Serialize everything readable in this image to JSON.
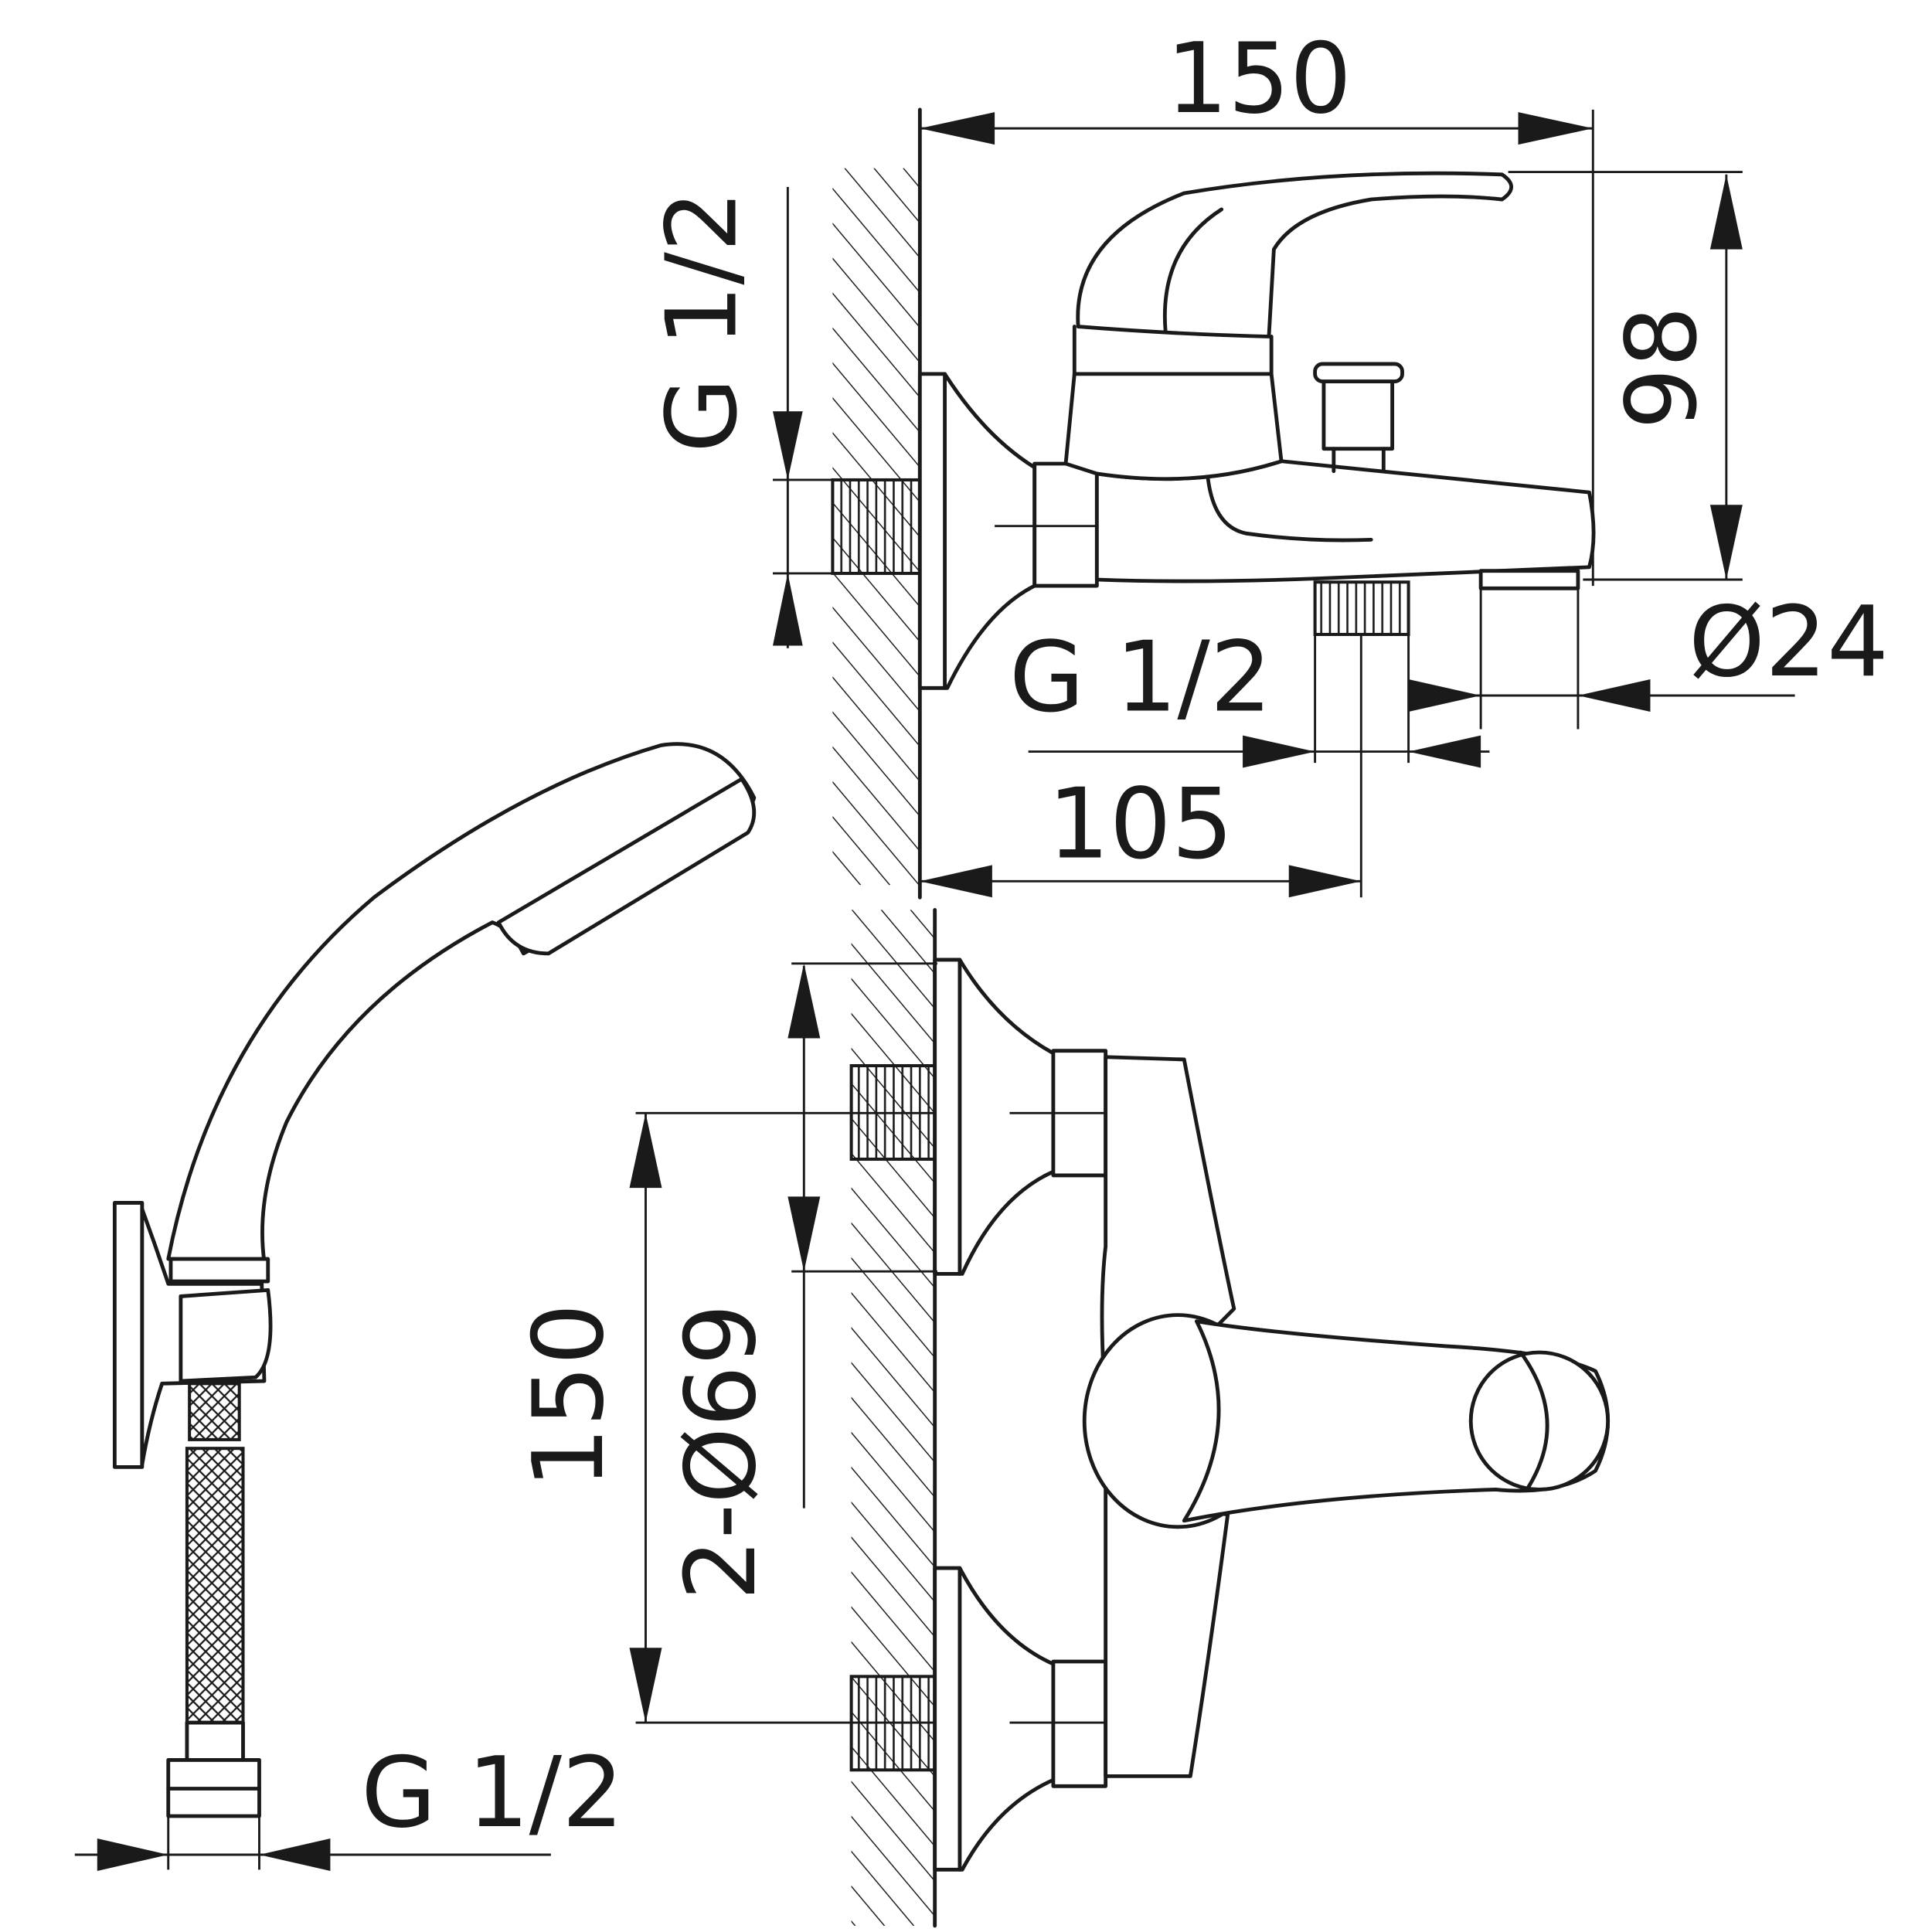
{
  "drawing": {
    "top_view": {
      "width_label": "150",
      "height_label": "98",
      "inlet_thread_label": "G 1/2",
      "outlet_thread_label": "G 1/2",
      "diameter_label": "Ø24",
      "depth_label": "105"
    },
    "front_view": {
      "spacing_label": "150",
      "flange_label": "2-Ø69"
    },
    "shower": {
      "hose_thread_label": "G 1/2"
    },
    "colors": {
      "line": "#1a1a1a",
      "background": "#ffffff"
    }
  }
}
